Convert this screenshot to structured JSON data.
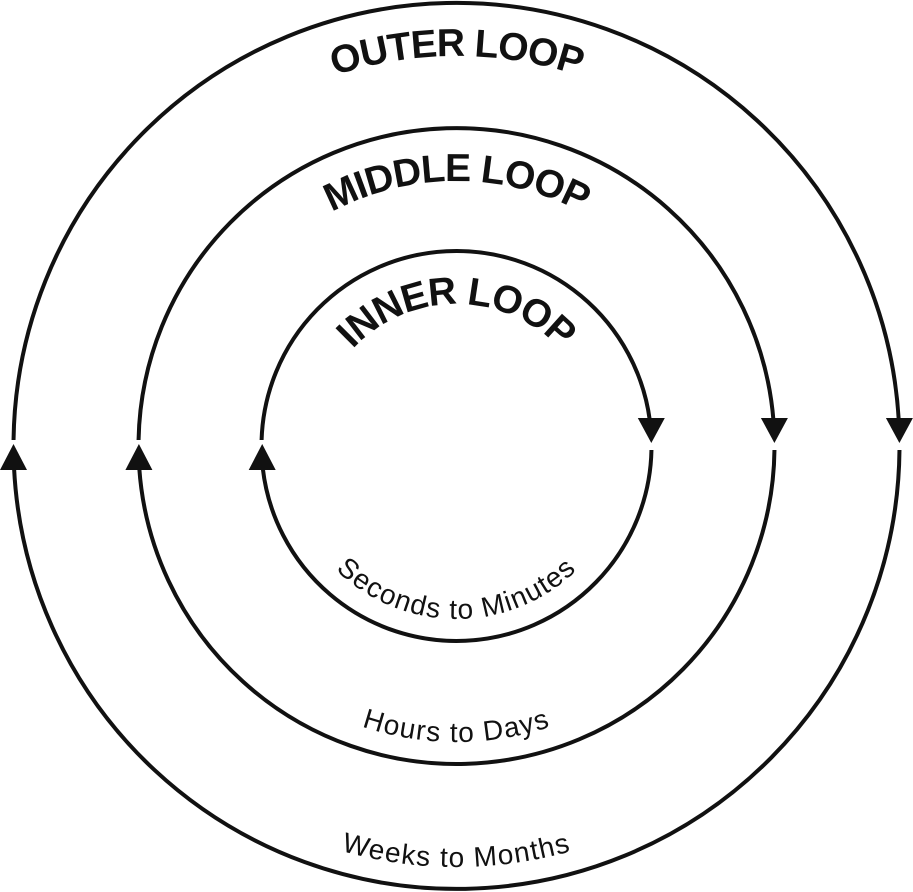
{
  "diagram": {
    "colors": {
      "ink": "#111111",
      "background": "#ffffff"
    },
    "icons": {
      "left_arrowhead": "arrow-up",
      "right_arrowhead": "arrow-down"
    },
    "loops": [
      {
        "name": "OUTER LOOP",
        "timescale": "Weeks to Months"
      },
      {
        "name": "MIDDLE LOOP",
        "timescale": "Hours to Days"
      },
      {
        "name": "INNER LOOP",
        "timescale": "Seconds to Minutes"
      }
    ]
  }
}
